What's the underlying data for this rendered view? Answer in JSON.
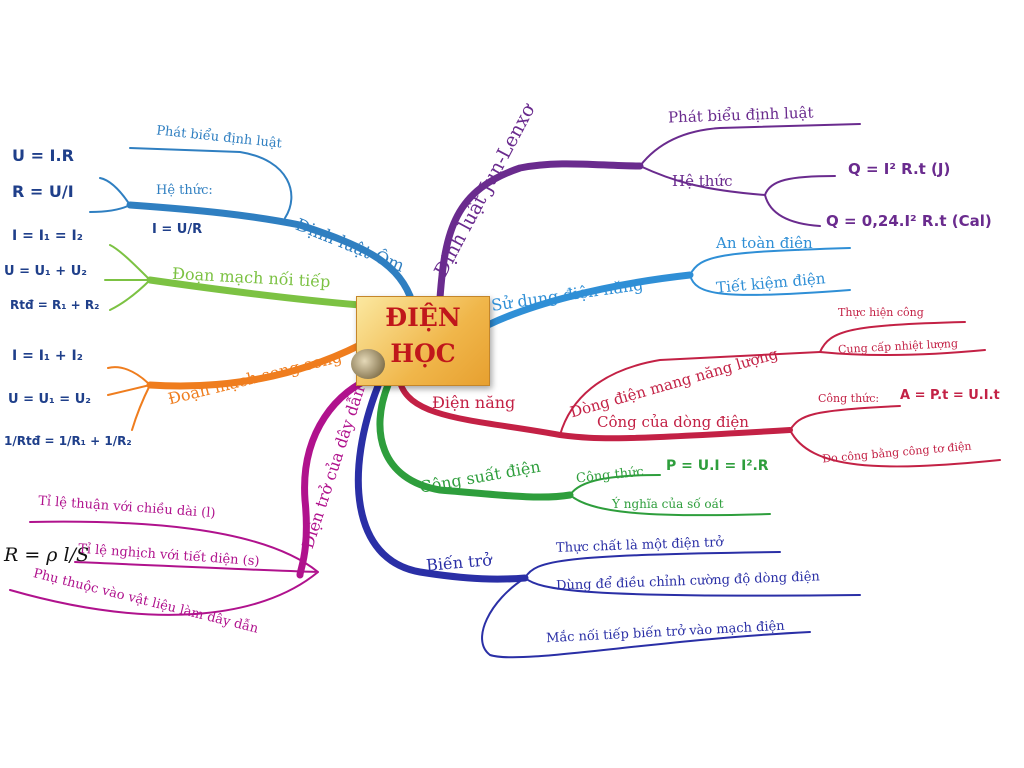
{
  "center": {
    "line1": "ĐIỆN",
    "line2": "HỌC"
  },
  "colors": {
    "joule": "#6a2b8e",
    "ohm": "#2f7fc1",
    "series": "#7cc243",
    "parallel": "#ef7d1e",
    "resistance": "#b0128d",
    "usage": "#2f8fd6",
    "energy": "#c32145",
    "power": "#2e9e3c",
    "rheostat": "#2a2fa6",
    "center_text": "#c0171b"
  },
  "branches": {
    "joule": {
      "label": "Định luật Jun-Lenxơ",
      "sub1": "Phát biểu định luật",
      "sub2": "Hệ thức",
      "formula1": "Q = I² R.t (J)",
      "formula2": "Q = 0,24.I² R.t (Cal)"
    },
    "ohm": {
      "label": "Định luật Ôm",
      "sub1": "Phát biểu định luật",
      "sub2": "Hệ thức:",
      "formula_main": "I = U/R",
      "formula1": "U = I.R",
      "formula2": "R = U/I"
    },
    "series": {
      "label": "Đoạn mạch nối tiếp",
      "formula1": "I = I₁ = I₂",
      "formula2": "U = U₁ + U₂",
      "formula3": "Rtđ = R₁ + R₂"
    },
    "parallel": {
      "label": "Đoạn mạch song song",
      "formula1": "I = I₁ + I₂",
      "formula2": "U = U₁ = U₂",
      "formula3": "1/Rtđ = 1/R₁ + 1/R₂"
    },
    "resistance": {
      "label": "Điện trở của dây dẫn",
      "formula": "R = ρ l/S",
      "sub1": "Tỉ lệ thuận với chiều dài (l)",
      "sub2": "Tỉ lệ nghịch với tiết diện (s)",
      "sub3": "Phụ thuộc vào vật liệu làm dây dẫn"
    },
    "usage": {
      "label": "Sử dụng điện năng",
      "sub1": "An toàn điện",
      "sub2": "Tiết kiệm điện"
    },
    "energy": {
      "label": "Điện năng",
      "sub1": "Dòng điện mang năng lượng",
      "sub1a": "Thực hiện công",
      "sub1b": "Cung cấp nhiệt lượng",
      "sub2": "Công của dòng điện",
      "sub2a": "Công thức:",
      "sub2a_formula": "A = P.t = U.I.t",
      "sub2b": "Đo công bằng công tơ điện"
    },
    "power": {
      "label": "Công suất điện",
      "sub1": "Công thức",
      "sub1_formula": "P = U.I = I².R",
      "sub2": "Ý nghĩa của số oát"
    },
    "rheostat": {
      "label": "Biến trở",
      "sub1": "Thực chất là một điện trở",
      "sub2": "Dùng để điều chỉnh cường độ dòng điện",
      "sub3": "Mắc nối tiếp biến trở vào mạch điện"
    }
  }
}
